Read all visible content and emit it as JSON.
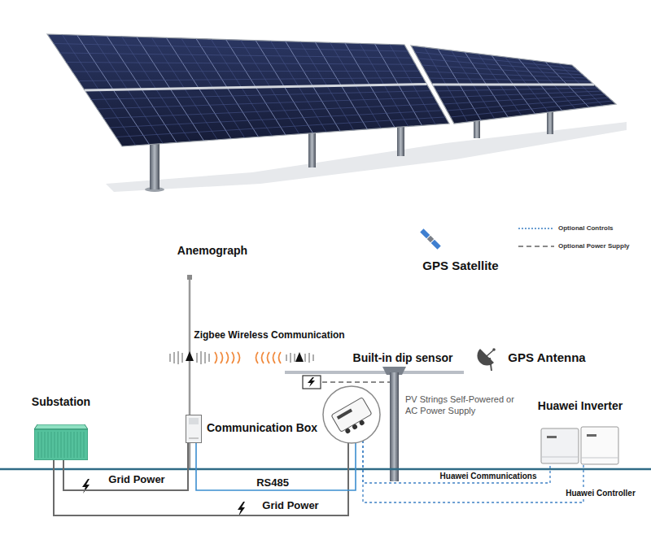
{
  "diagram": {
    "nodes": [
      {
        "text": [
          "Substation"
        ]
      },
      {
        "text": [
          "Communication Box"
        ]
      },
      {
        "text": [
          "PV Strings Self-Powered or AC Power Supply"
        ]
      },
      {
        "text": [
          "Huawei Inverter"
        ]
      }
    ],
    "edges": [
      {
        "from": 0,
        "to": 1,
        "label": "Grid Power",
        "arrow": "none"
      },
      {
        "from": 0,
        "to": 2,
        "label": "Grid Power",
        "arrow": "none"
      },
      {
        "from": 1,
        "to": 2,
        "label": "RS485",
        "arrow": "none"
      },
      {
        "from": 2,
        "to": 3,
        "label": "Huawei Communications",
        "arrow": "none"
      },
      {
        "from": 2,
        "to": 3,
        "label": "Huawei Controller",
        "arrow": "none"
      }
    ],
    "labels": [
      "Anemograph",
      "GPS Satellite",
      "Zigbee Wireless Communication",
      "Built-in dip sensor",
      "GPS Antenna"
    ],
    "legend": [
      {
        "text": "Optional Controls"
      },
      {
        "text": "Optional Power Supply"
      }
    ]
  }
}
